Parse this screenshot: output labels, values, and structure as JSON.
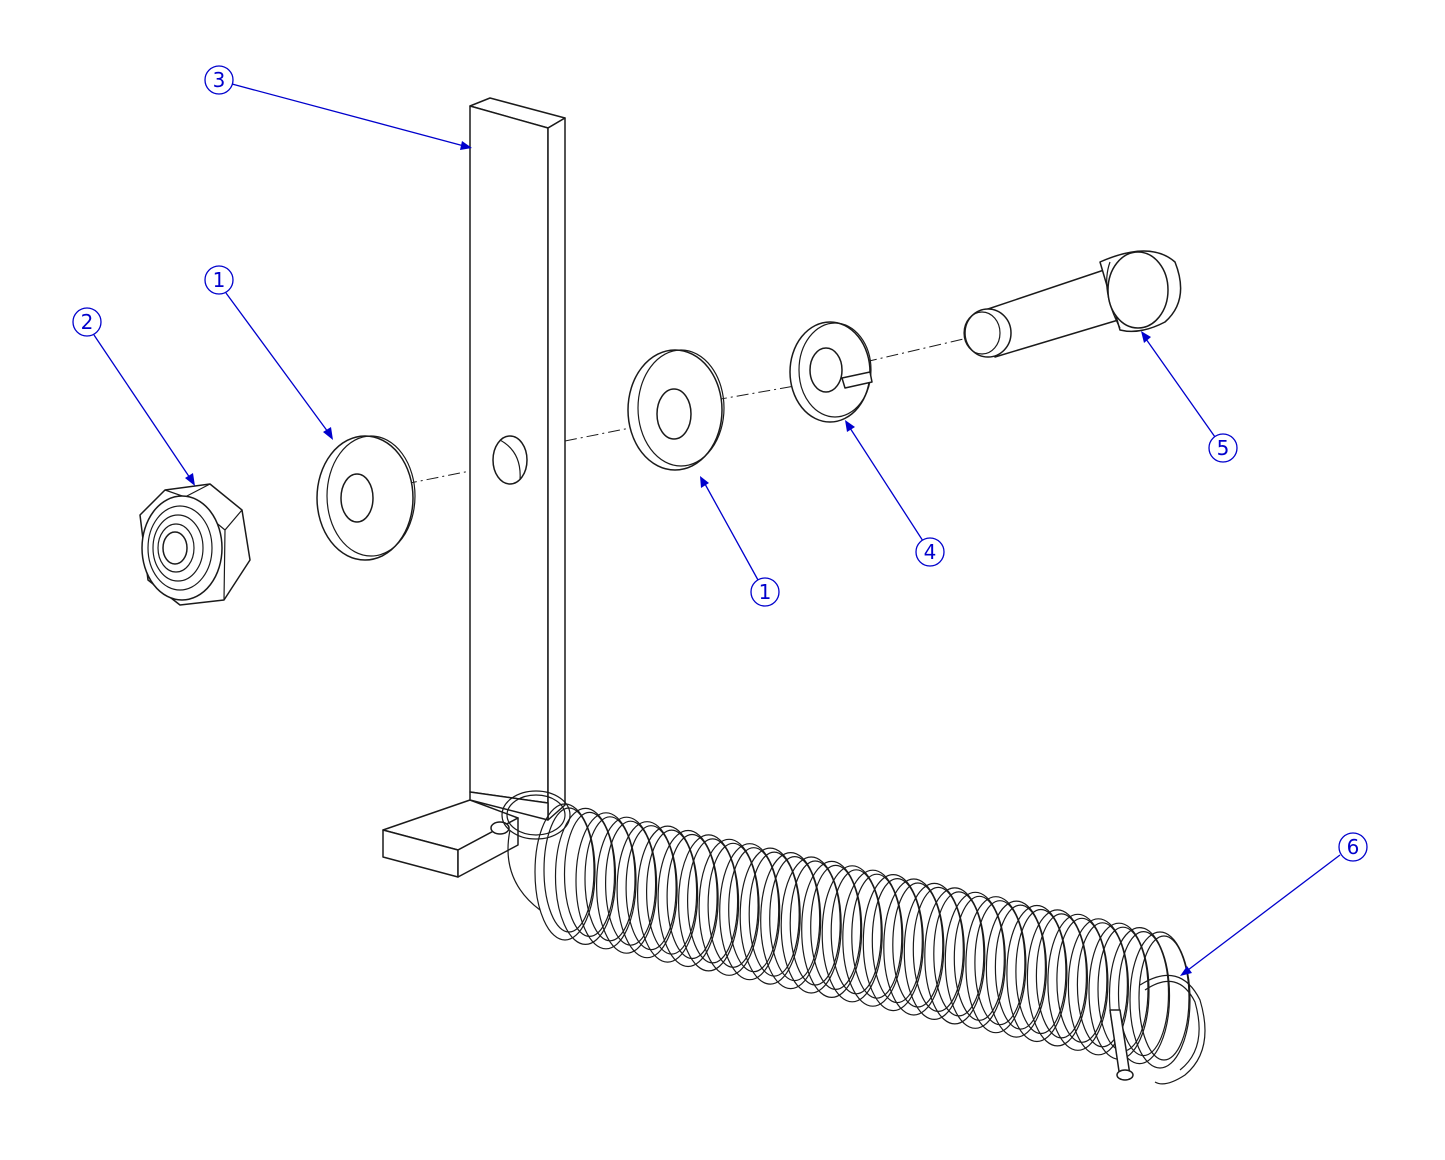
{
  "diagram": {
    "type": "exploded-assembly",
    "colors": {
      "line": "#1a1a1a",
      "balloon": "#0000cc",
      "background": "#ffffff"
    },
    "balloons": [
      {
        "id": "b3",
        "label": "3"
      },
      {
        "id": "b1a",
        "label": "1"
      },
      {
        "id": "b2",
        "label": "2"
      },
      {
        "id": "b5",
        "label": "5"
      },
      {
        "id": "b4",
        "label": "4"
      },
      {
        "id": "b1b",
        "label": "1"
      },
      {
        "id": "b6",
        "label": "6"
      }
    ]
  }
}
